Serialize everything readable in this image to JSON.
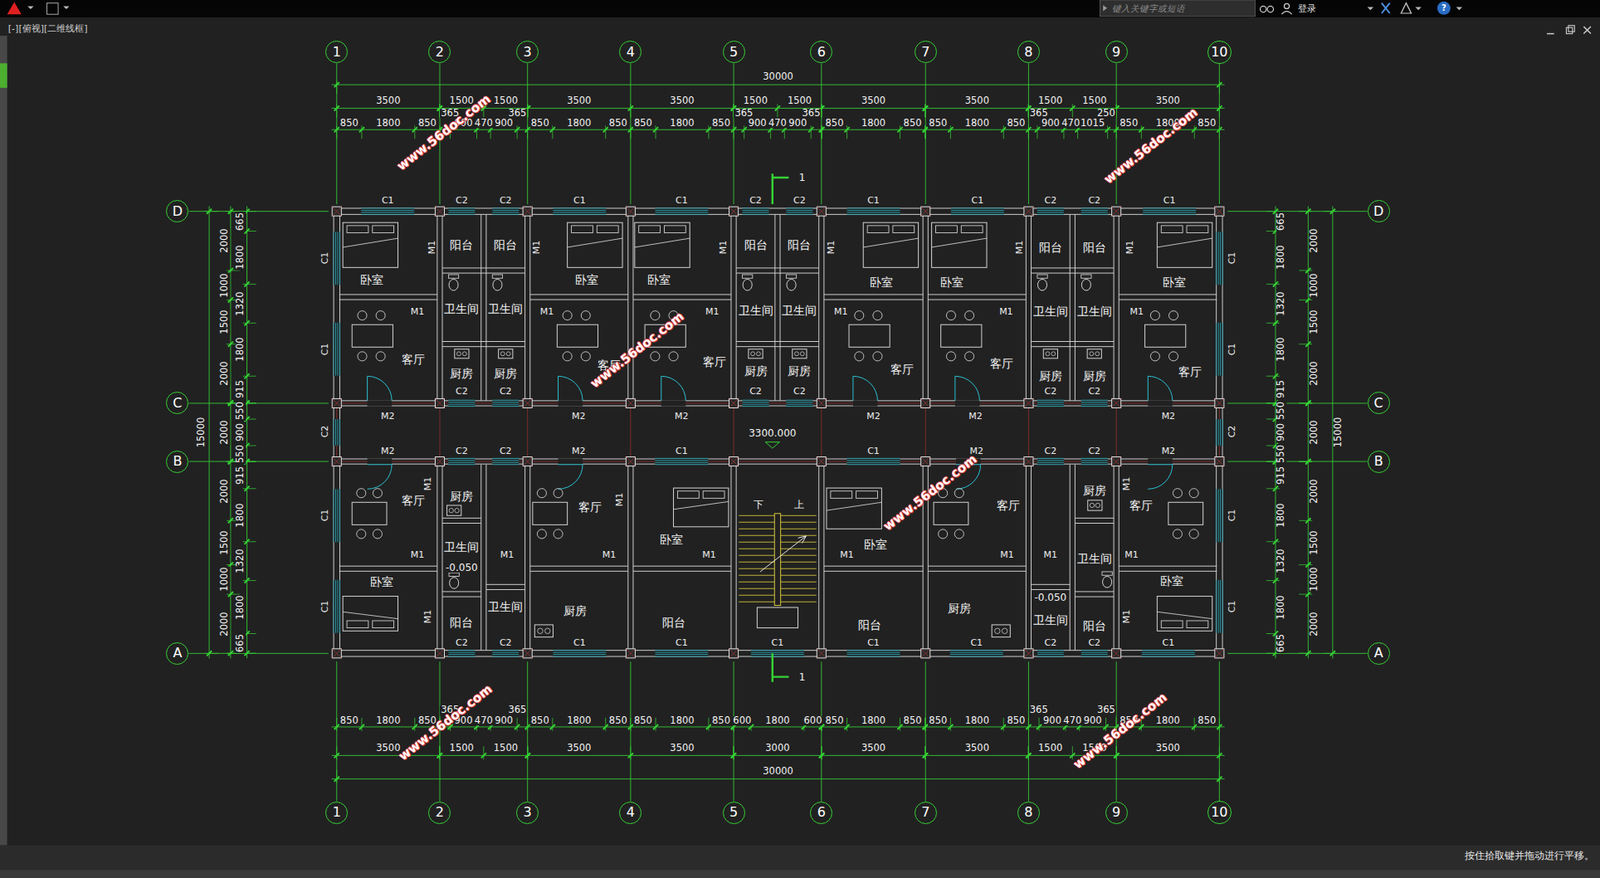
{
  "diagram": {
    "nodes": [
      {
        "text": [
          "1"
        ]
      },
      {
        "text": [
          "2"
        ]
      },
      {
        "text": [
          "3"
        ]
      },
      {
        "text": [
          "4"
        ]
      },
      {
        "text": [
          "5"
        ]
      },
      {
        "text": [
          "6"
        ]
      },
      {
        "text": [
          "7"
        ]
      },
      {
        "text": [
          "8"
        ]
      },
      {
        "text": [
          "9"
        ]
      },
      {
        "text": [
          "10"
        ]
      },
      {
        "text": [
          "D"
        ]
      },
      {
        "text": [
          "D"
        ]
      },
      {
        "text": [
          "C"
        ]
      },
      {
        "text": [
          "C"
        ]
      },
      {
        "text": [
          "B"
        ]
      },
      {
        "text": [
          "B"
        ]
      },
      {
        "text": [
          "A"
        ]
      },
      {
        "text": [
          "A"
        ]
      },
      {
        "text": [
          "1"
        ]
      },
      {
        "text": [
          "2"
        ]
      },
      {
        "text": [
          "3"
        ]
      },
      {
        "text": [
          "4"
        ]
      },
      {
        "text": [
          "5"
        ]
      },
      {
        "text": [
          "6"
        ]
      },
      {
        "text": [
          "7"
        ]
      },
      {
        "text": [
          "8"
        ]
      },
      {
        "text": [
          "9"
        ]
      },
      {
        "text": [
          "10"
        ]
      }
    ],
    "labels": [
      "[-][俯视][二维线框]",
      "键入关键字或短语",
      "登录",
      "?",
      "按住拾取键并拖动进行平移。",
      "30000",
      "3500",
      "1500",
      "1500",
      "3500",
      "3500",
      "1500",
      "1500",
      "3500",
      "3500",
      "1500",
      "1500",
      "3500",
      "365",
      "365",
      "365",
      "365",
      "365",
      "250",
      "850",
      "1800",
      "850",
      "900",
      "470",
      "900",
      "850",
      "1800",
      "850",
      "850",
      "1800",
      "850",
      "900",
      "470",
      "900",
      "850",
      "1800",
      "850",
      "850",
      "1800",
      "850",
      "900",
      "470",
      "1015",
      "850",
      "1800",
      "850",
      "850",
      "1800",
      "850",
      "900",
      "470",
      "900",
      "850",
      "1800",
      "850",
      "850",
      "1800",
      "850",
      "600",
      "1800",
      "600",
      "850",
      "1800",
      "850",
      "850",
      "1800",
      "850",
      "900",
      "470",
      "900",
      "850",
      "1800",
      "850",
      "365",
      "365",
      "365",
      "365",
      "3500",
      "1500",
      "1500",
      "3500",
      "3500",
      "3000",
      "3500",
      "3500",
      "1500",
      "1500",
      "3500",
      "30000",
      "15000",
      "2000",
      "1000",
      "1500",
      "2000",
      "2000",
      "2000",
      "1500",
      "1000",
      "2000",
      "665",
      "1800",
      "1320",
      "1800",
      "915",
      "550",
      "900",
      "550",
      "915",
      "1800",
      "1320",
      "1800",
      "665",
      "665",
      "1800",
      "1320",
      "1800",
      "915",
      "550",
      "900",
      "550",
      "915",
      "1800",
      "1320",
      "1800",
      "665",
      "2000",
      "1000",
      "1500",
      "2000",
      "2000",
      "2000",
      "1500",
      "1000",
      "2000",
      "15000",
      "卧室",
      "卧室",
      "卧室",
      "卧室",
      "卧室",
      "卧室",
      "客厅",
      "客厅",
      "客厅",
      "客厅",
      "客厅",
      "客厅",
      "阳台",
      "阳台",
      "阳台",
      "阳台",
      "阳台",
      "阳台",
      "卫生间",
      "卫生间",
      "卫生间",
      "卫生间",
      "卫生间",
      "卫生间",
      "厨房",
      "厨房",
      "厨房",
      "厨房",
      "厨房",
      "厨房",
      "客厅",
      "客厅",
      "客厅",
      "客厅",
      "卧室",
      "卧室",
      "卧室",
      "卧室",
      "厨房",
      "厨房",
      "厨房",
      "厨房",
      "卫生间",
      "卫生间",
      "卫生间",
      "卫生间",
      "阳台",
      "阳台",
      "阳台",
      "阳台",
      "C1",
      "C1",
      "C1",
      "C1",
      "C1",
      "C1",
      "C2",
      "C2",
      "C2",
      "C2",
      "C2",
      "C2",
      "C2",
      "C2",
      "C2",
      "C2",
      "C2",
      "C2",
      "M2",
      "M2",
      "M2",
      "M2",
      "M2",
      "M2",
      "M2",
      "M2",
      "M2",
      "M2",
      "C2",
      "C2",
      "C2",
      "C2",
      "C1",
      "C1",
      "C2",
      "C2",
      "C1",
      "C1",
      "C1",
      "C1",
      "C1",
      "C2",
      "C2",
      "C1",
      "C1",
      "C1",
      "C1",
      "C1",
      "C2",
      "C1",
      "C1",
      "C1",
      "C1",
      "C2",
      "M1",
      "M1",
      "M1",
      "M1",
      "M1",
      "M1",
      "M1",
      "M1",
      "M1",
      "M1",
      "M1",
      "M1",
      "M1",
      "M1",
      "M1",
      "M1",
      "M1",
      "M1",
      "M1",
      "M1",
      "M1",
      "M1",
      "M1",
      "M1",
      "M1",
      "3300.000",
      "-0.050",
      "-0.050",
      "下",
      "上",
      "1",
      "1",
      "www.56doc.com",
      "www.56doc.com",
      "www.56doc.com",
      "www.56doc.com",
      "www.56doc.com",
      "www.56doc.com"
    ]
  }
}
